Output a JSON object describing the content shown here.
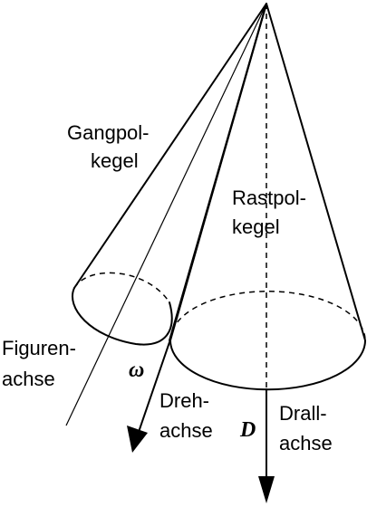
{
  "labels": {
    "gangpol_1": "Gangpol-",
    "gangpol_2": "kegel",
    "rastpol_1": "Rastpol-",
    "rastpol_2": "kegel",
    "figuren_1": "Figuren-",
    "figuren_2": "achse",
    "dreh_1": "Dreh-",
    "dreh_2": "achse",
    "drall_1": "Drall-",
    "drall_2": "achse",
    "omega": "ω",
    "d": "D"
  }
}
